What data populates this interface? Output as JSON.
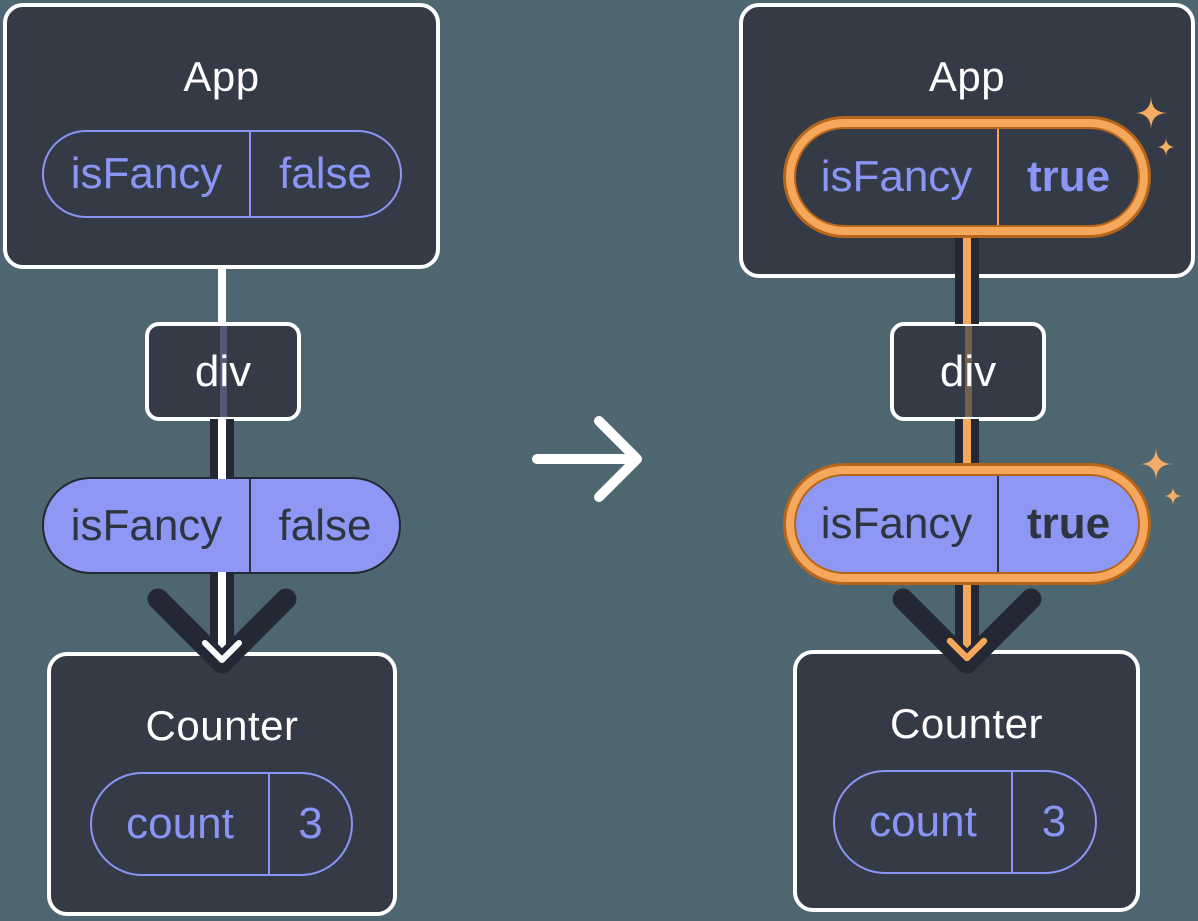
{
  "before": {
    "app": {
      "title": "App",
      "prop": {
        "name": "isFancy",
        "value": "false"
      }
    },
    "div": {
      "label": "div"
    },
    "passed_prop": {
      "name": "isFancy",
      "value": "false"
    },
    "counter": {
      "title": "Counter",
      "state": {
        "name": "count",
        "value": "3"
      }
    }
  },
  "after": {
    "app": {
      "title": "App",
      "prop": {
        "name": "isFancy",
        "value": "true"
      }
    },
    "div": {
      "label": "div"
    },
    "passed_prop": {
      "name": "isFancy",
      "value": "true"
    },
    "counter": {
      "title": "Counter",
      "state": {
        "name": "count",
        "value": "3"
      }
    }
  },
  "icons": {
    "transition_arrow": "right-arrow",
    "highlight_sparkles": "sparkle"
  },
  "colors": {
    "background": "#4D6670",
    "card_background": "#343A46",
    "card_border": "#FFFFFF",
    "purple": "#8B95F6",
    "purple_fill": "#8E97F3",
    "dark_text": "#2F3540",
    "dark_line": "#232834",
    "orange": "#F5A75B",
    "orange_dark": "#B5661A",
    "white_line": "#FFFFFF"
  }
}
